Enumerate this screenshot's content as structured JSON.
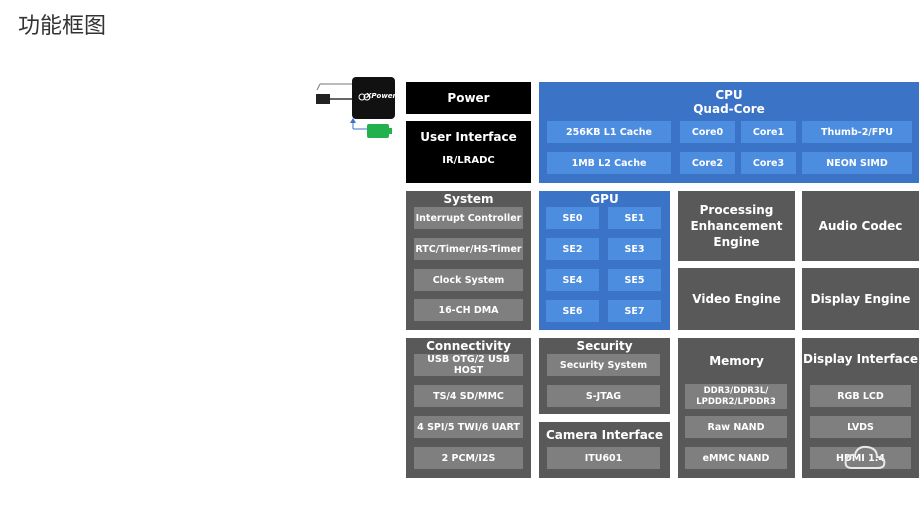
{
  "page_title": "功能框图",
  "device": {
    "chip_logo_text": "XPowers"
  },
  "power": {
    "label": "Power"
  },
  "user_interface": {
    "label": "User Interface",
    "sub": "IR/LRADC"
  },
  "cpu": {
    "title": "CPU",
    "subtitle": "Quad-Core",
    "cells": [
      "256KB L1 Cache",
      "Core0",
      "Core1",
      "Thumb-2/FPU",
      "1MB L2 Cache",
      "Core2",
      "Core3",
      "NEON SIMD"
    ]
  },
  "system": {
    "title": "System",
    "items": [
      "Interrupt  Controller",
      "RTC/Timer/HS-Timer",
      "Clock System",
      "16-CH DMA"
    ]
  },
  "gpu": {
    "title": "GPU",
    "items": [
      "SE0",
      "SE1",
      "SE2",
      "SE3",
      "SE4",
      "SE5",
      "SE6",
      "SE7"
    ]
  },
  "processing": {
    "label": "Processing\nEnhancement\nEngine"
  },
  "audio": {
    "label": "Audio Codec"
  },
  "video": {
    "label": "Video Engine"
  },
  "display_engine": {
    "label": "Display Engine"
  },
  "connectivity": {
    "title": "Connectivity",
    "items": [
      "USB OTG/2 USB HOST",
      "TS/4 SD/MMC",
      "4 SPI/5 TWI/6 UART",
      "2 PCM/I2S"
    ]
  },
  "security": {
    "title": "Security",
    "items": [
      "Security System",
      "S-JTAG"
    ]
  },
  "camera": {
    "title": "Camera Interface",
    "items": [
      "ITU601"
    ]
  },
  "memory": {
    "title": "Memory",
    "items": [
      "DDR3/DDR3L/\nLPDDR2/LPDDR3",
      "Raw NAND",
      "eMMC NAND"
    ]
  },
  "display_interface": {
    "title": "Display Interface",
    "items": [
      "RGB LCD",
      "LVDS",
      "HDMI 1.4"
    ]
  },
  "colors": {
    "black_block": "#000000",
    "gray_block": "#595959",
    "gray_cell": "#7f7f7f",
    "blue_block": "#3b73c7",
    "blue_cell": "#4d8de0",
    "battery": "#22b14c"
  }
}
